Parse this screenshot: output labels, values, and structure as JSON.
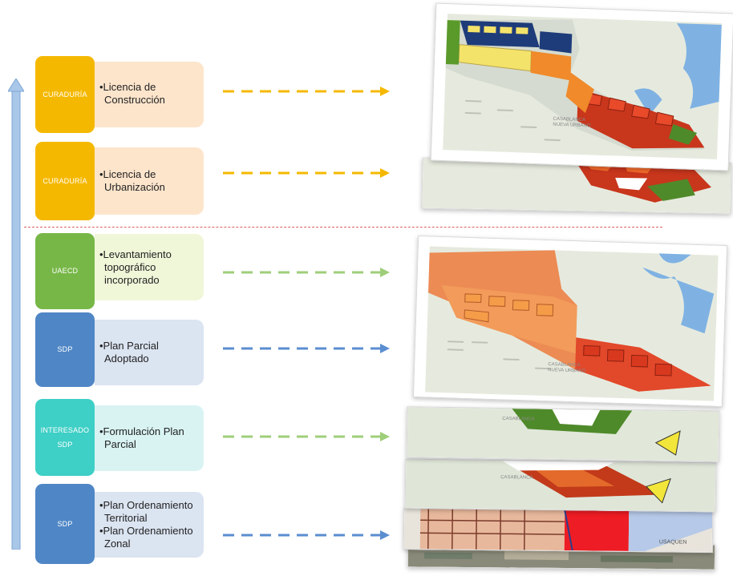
{
  "stages": [
    {
      "badge": "CURADURÍA",
      "lines": [
        "•Licencia de",
        "Construcción"
      ]
    },
    {
      "badge": "CURADURÍA",
      "lines": [
        "•Licencia de",
        "Urbanización"
      ]
    },
    {
      "badge": "UAECD",
      "lines": [
        "•Levantamiento",
        "topográfico",
        "incorporado"
      ]
    },
    {
      "badge": "SDP",
      "lines": [
        "•Plan Parcial",
        "Adoptado"
      ]
    },
    {
      "badge_line1": "INTERESADO",
      "badge_line2": "SDP",
      "lines": [
        "•Formulación Plan",
        "Parcial"
      ]
    },
    {
      "badge": "SDP",
      "lines": [
        "•Plan Ordenamiento",
        "Territorial",
        "•Plan Ordenamiento",
        "Zonal"
      ]
    }
  ],
  "colors": {
    "curaduria": "#f5b800",
    "curaduria_bg": "#fde5cc",
    "uaecd": "#77b747",
    "uaecd_bg": "#f0f7d9",
    "sdp": "#4f86c6",
    "sdp_bg": "#dbe4f1",
    "interesado": "#3ecfc6",
    "interesado_bg": "#d9f3f3",
    "arrow_orange": "#f5b800",
    "arrow_green": "#9fce7a",
    "arrow_blue": "#5b8ed0",
    "timeline": "#9fbfe4",
    "divider": "#e06060"
  },
  "map_labels": {
    "casablanca": "CASABLANCA",
    "nueva_urbano": "NUEVA URBANO",
    "usaquen": "USAQUEN"
  }
}
